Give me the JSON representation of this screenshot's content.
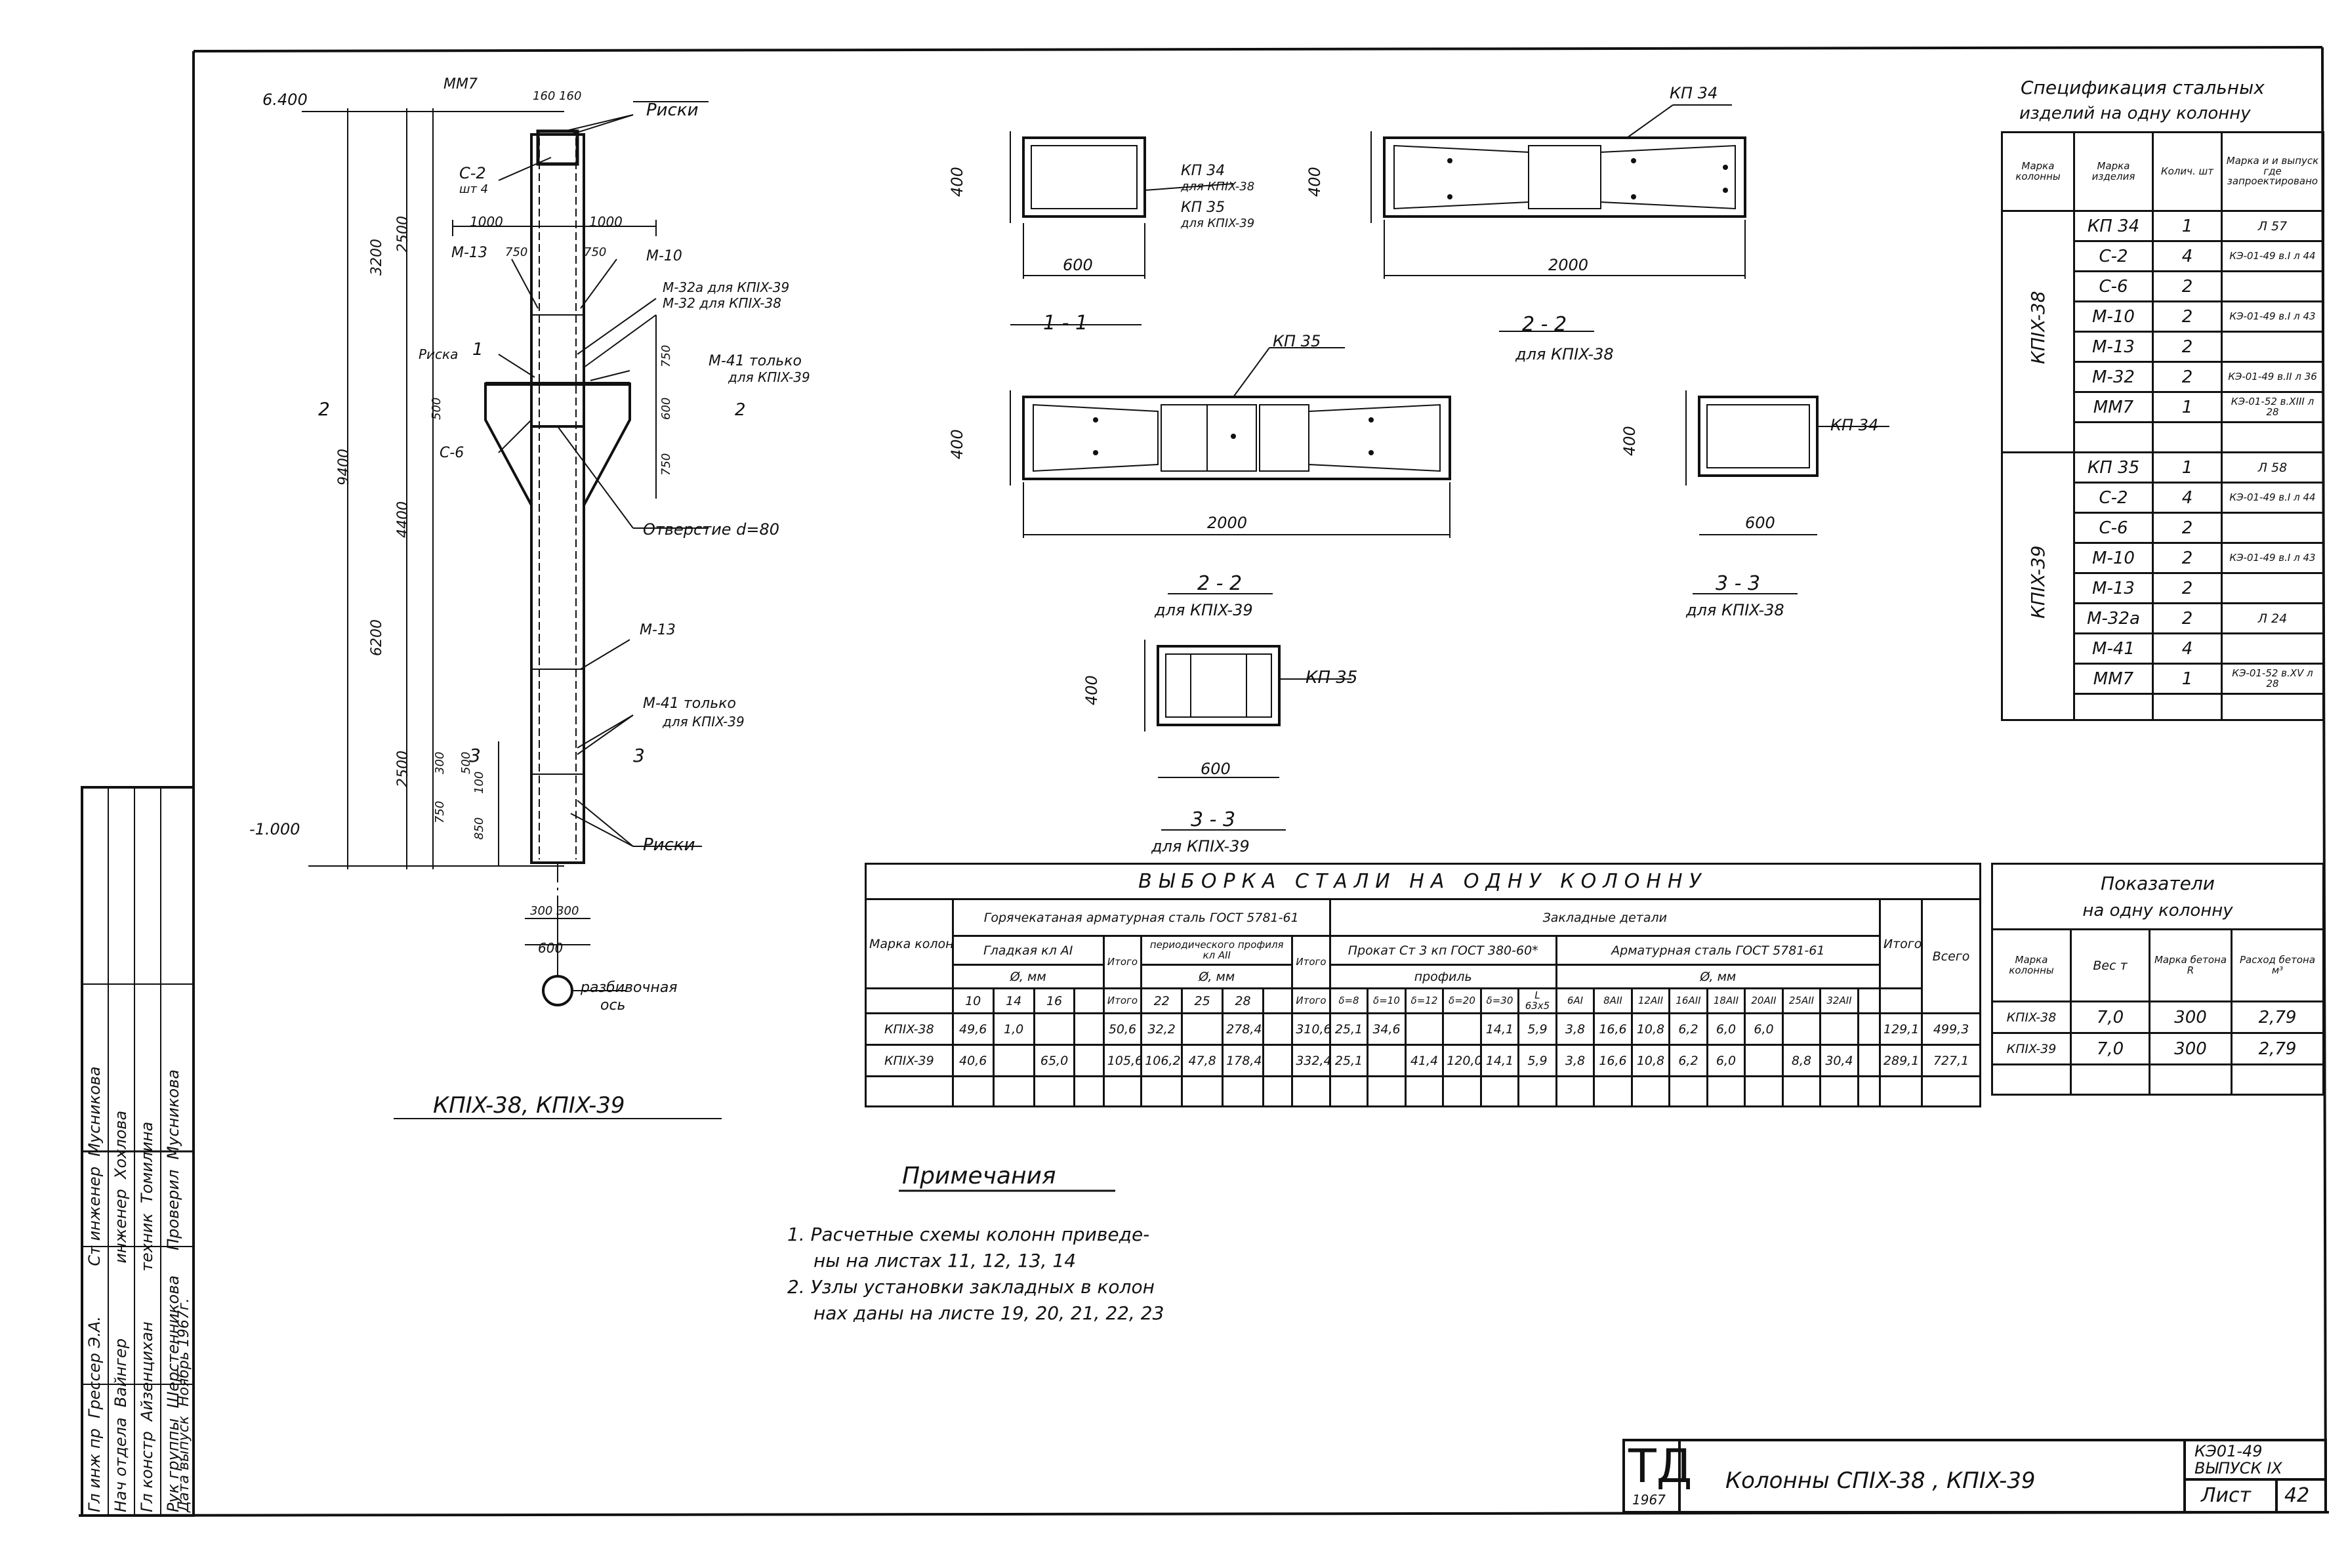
{
  "frame": {
    "title": "Колонны  СПIX-38 , КПIX-39",
    "stamp": "ТД",
    "stamp_year": "1967",
    "series_line1": "КЭ01-49",
    "series_line2": "ВЫПУСК IX",
    "sheet_label": "Лист",
    "sheet_no": "42"
  },
  "column_elevation": {
    "title": "КПIX-38,  КПIX-39",
    "labels": {
      "top_elev": "6.400",
      "bot_elev": "-1.000",
      "mm7": "ММ7",
      "top_dims": "160 160",
      "ribs_top": "Риски",
      "c2": "С-2",
      "c2_count": "шт 4",
      "d1000a": "1000",
      "d1000b": "1000",
      "m13a": "М-13",
      "d750a": "750",
      "d750b": "750",
      "m10": "М-10",
      "m32a": "М-32а для КПIX-39",
      "m32": "М-32 для КПIX-38",
      "riska": "Риска",
      "sec1": "1",
      "m41a": "М-41 только",
      "m41a_for": "для КПIX-39",
      "sec2": "2",
      "c6": "С-6",
      "hole": "Отверстие d=80",
      "m13b": "М-13",
      "m41b": "М-41 только",
      "m41b_for": "для КПIX-39",
      "sec3": "3",
      "ribs_bot": "Риски",
      "bot_dims": "300 300",
      "d600": "600",
      "axis": "разбивочная",
      "axis2": "ось"
    },
    "dims_vertical": [
      "3200",
      "2500",
      "9400",
      "4400",
      "6200",
      "2500",
      "750",
      "600",
      "750",
      "500",
      "300",
      "500",
      "750",
      "850",
      "100"
    ],
    "dim_main": "2"
  },
  "sections": {
    "s11_title": "1 - 1",
    "s11_h": "400",
    "s11_w": "600",
    "s11_kp34": "КП 34",
    "s11_kp34_for": "для КПIX-38",
    "s11_kp35": "КП 35",
    "s11_kp35_for": "для КПIX-39",
    "s22a_title": "2 - 2",
    "s22a_for": "для КПIX-38",
    "s22a_label": "КП 34",
    "s22a_h": "400",
    "s22a_w": "2000",
    "s22b_title": "2 - 2",
    "s22b_for": "для КПIX-39",
    "s22b_label": "КП 35",
    "s22b_h": "400",
    "s22b_w": "2000",
    "s33a_title": "3 - 3",
    "s33a_for": "для КПIX-38",
    "s33a_label": "КП 34",
    "s33a_h": "400",
    "s33a_w": "600",
    "s33b_title": "3 - 3",
    "s33b_for": "для КПIX-39",
    "s33b_label": "КП 35",
    "s33b_h": "400",
    "s33b_w": "600"
  },
  "spec_table": {
    "title1": "Спецификация стальных",
    "title2": "изделий на одну колонну",
    "headers": [
      "Марка колонны",
      "Марка изделия",
      "Колич. шт",
      "Марка и и выпуск где запроектировано"
    ],
    "groups": [
      {
        "mark": "КПIX-38",
        "rows": [
          [
            "КП 34",
            "1",
            "Л 57"
          ],
          [
            "С-2",
            "4",
            "КЭ-01-49 в.I л 44"
          ],
          [
            "С-6",
            "2",
            ""
          ],
          [
            "М-10",
            "2",
            "КЭ-01-49 в.I л 43"
          ],
          [
            "М-13",
            "2",
            ""
          ],
          [
            "М-32",
            "2",
            "КЭ-01-49 в.II л 36"
          ],
          [
            "ММ7",
            "1",
            "КЭ-01-52 в.XIII л 28"
          ],
          [
            "",
            "",
            ""
          ]
        ]
      },
      {
        "mark": "КПIX-39",
        "rows": [
          [
            "КП 35",
            "1",
            "Л 58"
          ],
          [
            "С-2",
            "4",
            "КЭ-01-49 в.I л 44"
          ],
          [
            "С-6",
            "2",
            ""
          ],
          [
            "М-10",
            "2",
            "КЭ-01-49 в.I л 43"
          ],
          [
            "М-13",
            "2",
            ""
          ],
          [
            "М-32а",
            "2",
            "Л 24"
          ],
          [
            "М-41",
            "4",
            ""
          ],
          [
            "ММ7",
            "1",
            "КЭ-01-52 в.XV л 28"
          ],
          [
            "",
            "",
            ""
          ]
        ]
      }
    ]
  },
  "steel_table": {
    "title": "ВЫБОРКА СТАЛИ НА ОДНУ КОЛОННУ",
    "h_mark": "Марка колонны",
    "h_rebar": "Горячекатаная арматурная сталь ГОСТ 5781-61",
    "h_smooth": "Гладкая кл AI",
    "h_periodic": "периодического профиля кл AII",
    "h_diam_a": "Ø, мм",
    "h_diam_b": "Ø, мм",
    "h_total": "Итого",
    "h_embedded": "Закладные детали",
    "h_rolled": "Прокат Ст 3 кп ГОСТ 380-60*",
    "h_profile": "профиль",
    "h_rebar2": "Арматурная сталь ГОСТ 5781-61",
    "h_diam_c": "Ø, мм",
    "h_all": "Всего",
    "cols_smooth": [
      "10",
      "14",
      "16"
    ],
    "cols_periodic": [
      "22",
      "25",
      "28"
    ],
    "cols_profile": [
      "δ=8",
      "δ=10",
      "δ=12",
      "δ=20",
      "δ=30",
      "L 63х5"
    ],
    "cols_rebar2": [
      "6AI",
      "8AII",
      "12AII",
      "16AII",
      "18AII",
      "20AII",
      "25AII",
      "32AII"
    ],
    "rows": [
      {
        "mark": "КПIX-38",
        "smooth": [
          "49,6",
          "1,0",
          ""
        ],
        "t1": "50,6",
        "periodic": [
          "32,2",
          "",
          "278,4"
        ],
        "t2": "310,6",
        "profile": [
          "25,1",
          "34,6",
          "",
          "",
          "14,1",
          "5,9"
        ],
        "rebar2": [
          "3,8",
          "16,6",
          "10,8",
          "6,2",
          "6,0",
          "6,0",
          "",
          ""
        ],
        "t3": "129,1",
        "all": "499,3"
      },
      {
        "mark": "КПIX-39",
        "smooth": [
          "40,6",
          "",
          "65,0"
        ],
        "t1": "105,6",
        "periodic": [
          "106,2",
          "47,8",
          "178,4"
        ],
        "t2": "332,4",
        "profile": [
          "25,1",
          "",
          "41,4",
          "120,0",
          "14,1",
          "5,9"
        ],
        "rebar2": [
          "3,8",
          "16,6",
          "10,8",
          "6,2",
          "6,0",
          "",
          "8,8",
          "30,4"
        ],
        "t3": "289,1",
        "all": "727,1"
      }
    ]
  },
  "indicators": {
    "title1": "Показатели",
    "title2": "на одну колонну",
    "headers": [
      "Марка колонны",
      "Вес т",
      "Марка бетона R",
      "Расход бетона м³"
    ],
    "rows": [
      [
        "КПIX-38",
        "7,0",
        "300",
        "2,79"
      ],
      [
        "КПIX-39",
        "7,0",
        "300",
        "2,79"
      ]
    ]
  },
  "notes": {
    "title": "Примечания",
    "n1a": "1. Расчетные схемы колонн приведе-",
    "n1b": "ны на листах 11, 12, 13, 14",
    "n2a": "2. Узлы установки закладных в колон",
    "n2b": "нах даны на листе 19, 20, 21, 22, 23"
  },
  "signatures": {
    "rows": [
      [
        "Гл инж пр",
        "Грессер Э.А.",
        "Ст инженер",
        "Мусникова"
      ],
      [
        "Нач отдела",
        "Вайнгер",
        "инженер",
        "Хохлова"
      ],
      [
        "Гл констр",
        "Айзенцихан",
        "техник",
        "Томилина"
      ],
      [
        "Рук группы",
        "Шерстенникова",
        "Проверил",
        "Мусникова"
      ],
      [
        "Дата выпуск",
        "Ноябрь 1967г.",
        "",
        ""
      ]
    ]
  }
}
